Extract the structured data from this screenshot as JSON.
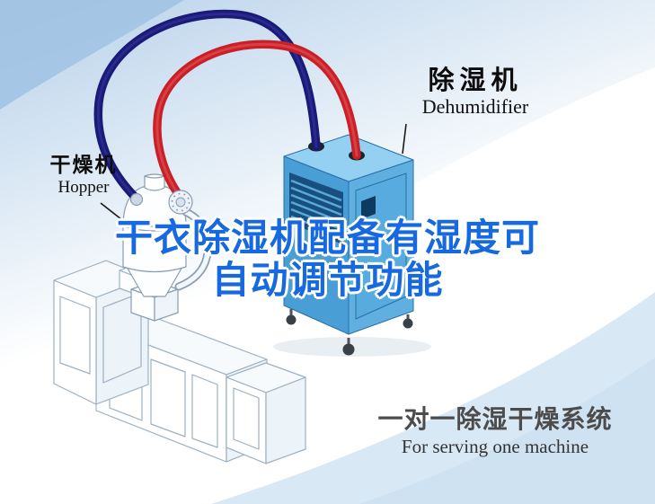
{
  "labels": {
    "dehumidifier": {
      "zh": "除湿机",
      "en": "Dehumidifier"
    },
    "hopper": {
      "zh": "干燥机",
      "en": "Hopper"
    }
  },
  "title": {
    "line1": "干衣除湿机配备有湿度可",
    "line2": "自动调节功能"
  },
  "caption": {
    "zh": "一对一除湿干燥系统",
    "en": "For serving one machine"
  },
  "colors": {
    "title_blue": "#1769e0",
    "hose_blue": "#1a1a78",
    "hose_red": "#c82026",
    "cabinet_blue": "#4a9ed6",
    "caption_gray": "#4c4c4c",
    "background_tint": "#b7d1ea"
  },
  "graphics": {
    "dehumidifier_unit": "dehumidifier-cabinet-illustration",
    "hopper_unit": "drying-hopper-illustration",
    "machine_unit": "molding-machine-illustration",
    "supply_hose": "blue-air-hose",
    "return_hose": "red-air-hose"
  }
}
